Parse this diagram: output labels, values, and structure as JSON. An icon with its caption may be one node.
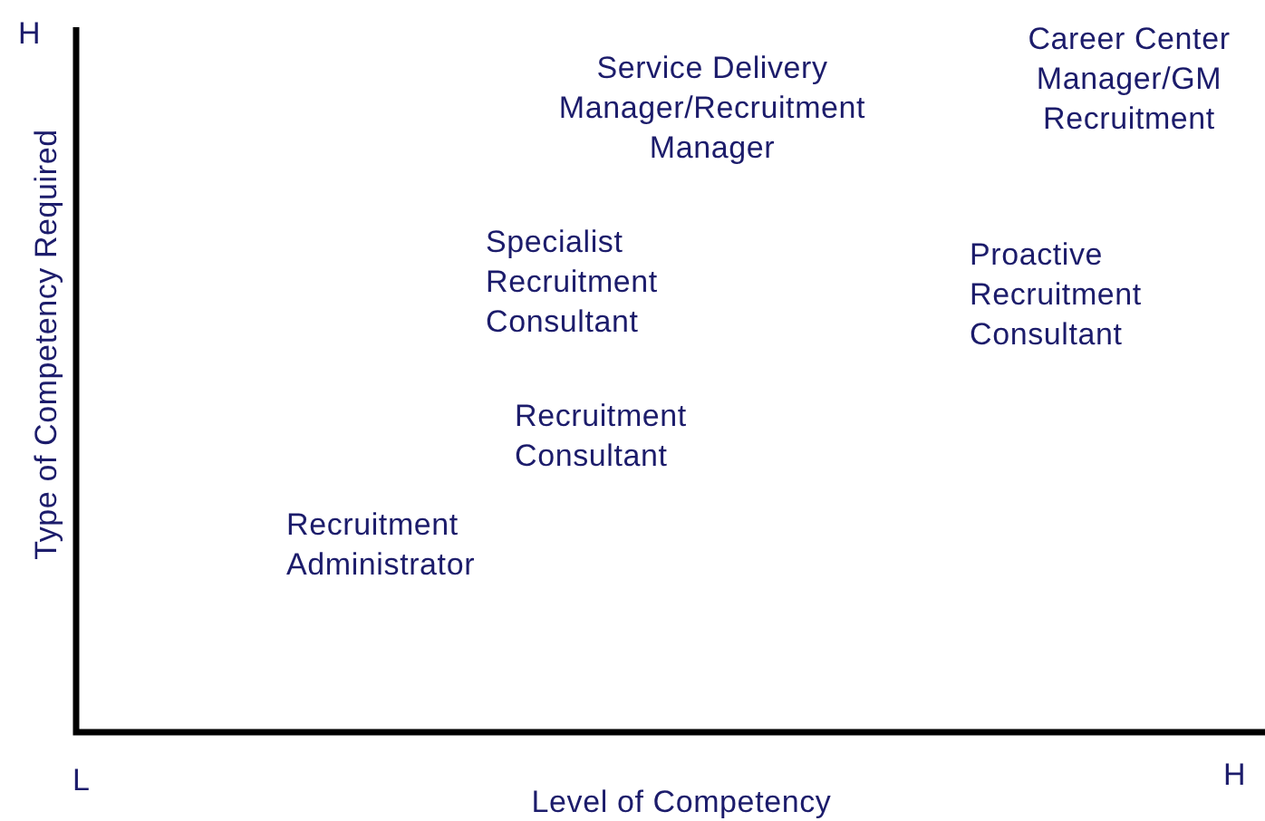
{
  "diagram": {
    "labels": [
      "H",
      "Service Delivery Manager/Recruitment Manager",
      "Career Center Manager/GM Recruitment",
      "Specialist Recruitment Consultant",
      "Proactive Recruitment Consultant",
      "Recruitment Consultant",
      "Recruitment Administrator",
      "Type of Competency Required",
      "L",
      "H",
      "Level of Competency"
    ]
  }
}
